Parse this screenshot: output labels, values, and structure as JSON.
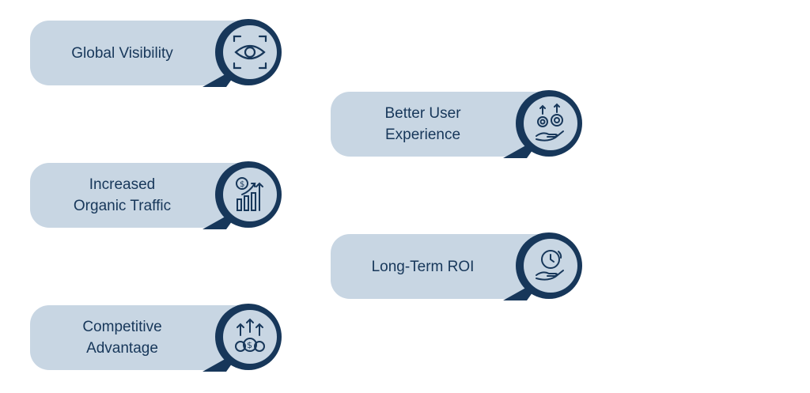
{
  "colors": {
    "pill": "#c8d6e3",
    "ring": "#17375a",
    "inner": "#c8d6e3",
    "text": "#17375a",
    "icon": "#17375a"
  },
  "items": [
    {
      "label": "Global Visibility",
      "icon": "eye-scan-icon"
    },
    {
      "label": "Better User\nExperience",
      "icon": "gears-hand-icon"
    },
    {
      "label": "Increased\nOrganic Traffic",
      "icon": "growth-chart-icon"
    },
    {
      "label": "Long-Term ROI",
      "icon": "clock-hand-icon"
    },
    {
      "label": "Competitive\nAdvantage",
      "icon": "coins-arrows-icon"
    }
  ]
}
